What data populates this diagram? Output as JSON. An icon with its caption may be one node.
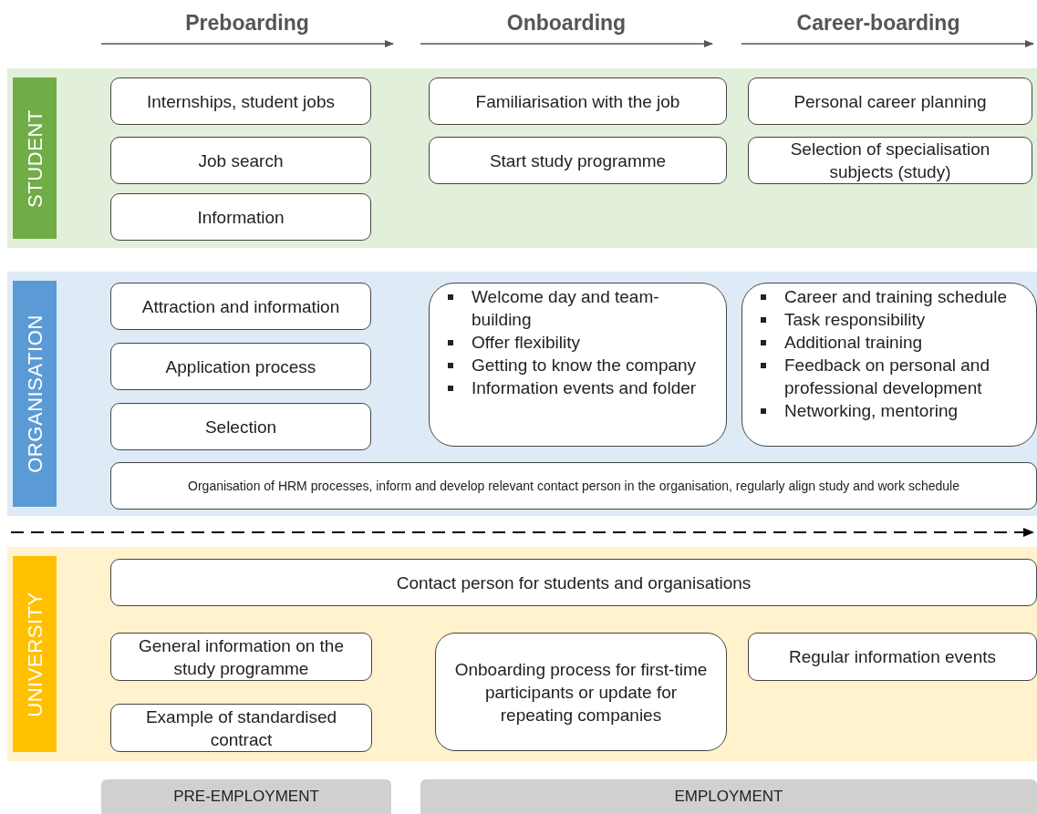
{
  "diagram": {
    "nodes": [
      {
        "text": [
          "STUDENT"
        ]
      },
      {
        "text": [
          "Internships, student jobs"
        ],
        "in": 0
      },
      {
        "text": [
          "Job search"
        ],
        "in": 0
      },
      {
        "text": [
          "Information"
        ],
        "in": 0
      },
      {
        "text": [
          "Familiarisation with the job"
        ],
        "in": 0
      },
      {
        "text": [
          "Start study programme"
        ],
        "in": 0
      },
      {
        "text": [
          "Personal career planning"
        ],
        "in": 0
      },
      {
        "text": [
          "Selection of specialisation subjects (study)"
        ],
        "in": 0
      },
      {
        "text": [
          "ORGANISATION"
        ]
      },
      {
        "text": [
          "Attraction and information"
        ],
        "in": 8
      },
      {
        "text": [
          "Application process"
        ],
        "in": 8
      },
      {
        "text": [
          "Selection"
        ],
        "in": 8
      },
      {
        "text": [
          "Welcome day and team-building",
          "Offer flexibility",
          "Getting to know the company",
          "Information events and folder"
        ],
        "in": 8
      },
      {
        "text": [
          "Career and training schedule",
          "Task responsibility",
          "Additional training",
          "Feedback on personal and professional development",
          "Networking, mentoring"
        ],
        "in": 8
      },
      {
        "text": [
          "Organisation of HRM processes, inform and develop relevant contact person in the organisation, regularly align study and work schedule"
        ],
        "in": 8
      },
      {
        "text": [
          "UNIVERSITY"
        ]
      },
      {
        "text": [
          "Contact person for students and organisations"
        ],
        "in": 15
      },
      {
        "text": [
          "General information on the study programme"
        ],
        "in": 15
      },
      {
        "text": [
          "Example of standardised contract"
        ],
        "in": 15
      },
      {
        "text": [
          "Onboarding process for first-time participants or update for repeating companies"
        ],
        "in": 15
      },
      {
        "text": [
          "Regular information events"
        ],
        "in": 15
      },
      {
        "text": [
          "PRE-EMPLOYMENT"
        ]
      },
      {
        "text": [
          "EMPLOYMENT"
        ]
      }
    ],
    "labels": [
      "Preboarding",
      "Onboarding",
      "Career-boarding"
    ]
  }
}
